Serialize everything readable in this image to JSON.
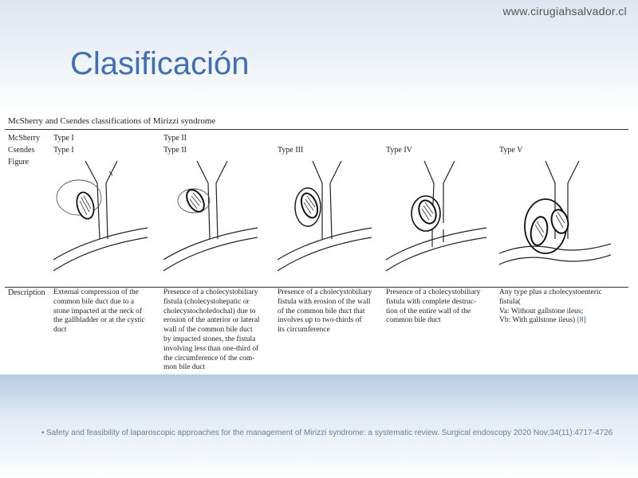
{
  "header": {
    "website": "www.cirugiahsalvador.cl",
    "title": "Clasificación"
  },
  "table": {
    "caption": "McSherry and Csendes classifications of Mirizzi syndrome",
    "row_labels": {
      "mcsherry": "McSherry",
      "csendes": "Csendes",
      "figure": "Figure",
      "description": "Description"
    },
    "columns": [
      {
        "mcsherry": "Type I",
        "csendes": "Type I",
        "description": "External compression of the\ncommon bile duct due to a\nstone impacted at the neck of\nthe gallbladder or at the cystic\nduct"
      },
      {
        "mcsherry": "Type II",
        "csendes": "Type II",
        "description": "Presence of a cholecystobiliary\nfistula (cholecystohepatic or\ncholecystocholedochal) due to\nerosion of the anterior or lateral\nwall of the common bile duct\nby impacted stones, the fistula\ninvolving less than one-third of\nthe circumference of the com-\nmon bile duct"
      },
      {
        "mcsherry": "",
        "csendes": "Type III",
        "description": "Presence of a cholecystobiliary\nfistula with erosion of the wall\nof the common bile duct that\ninvolves up to two-thirds of\nits circumference"
      },
      {
        "mcsherry": "",
        "csendes": "Type IV",
        "description": "Presence of a cholecystobiliary\nfistula with complete destruc-\ntion of the entire wall of the\ncommon bile duct"
      },
      {
        "mcsherry": "",
        "csendes": "Type V",
        "description": "Any type plus a cholecystoenteric\nfistula(\nVa: Without gallstone ileus;\nVb: With gallstone ileus)",
        "ref": "[8]"
      }
    ]
  },
  "reference": {
    "bullet": "•",
    "text": "Safety and feasibility of laparoscopic approaches for the management of Mirizzi syndrome: a systematic review. Surgical endoscopy  2020 Nov;34(11):4717-4726"
  }
}
